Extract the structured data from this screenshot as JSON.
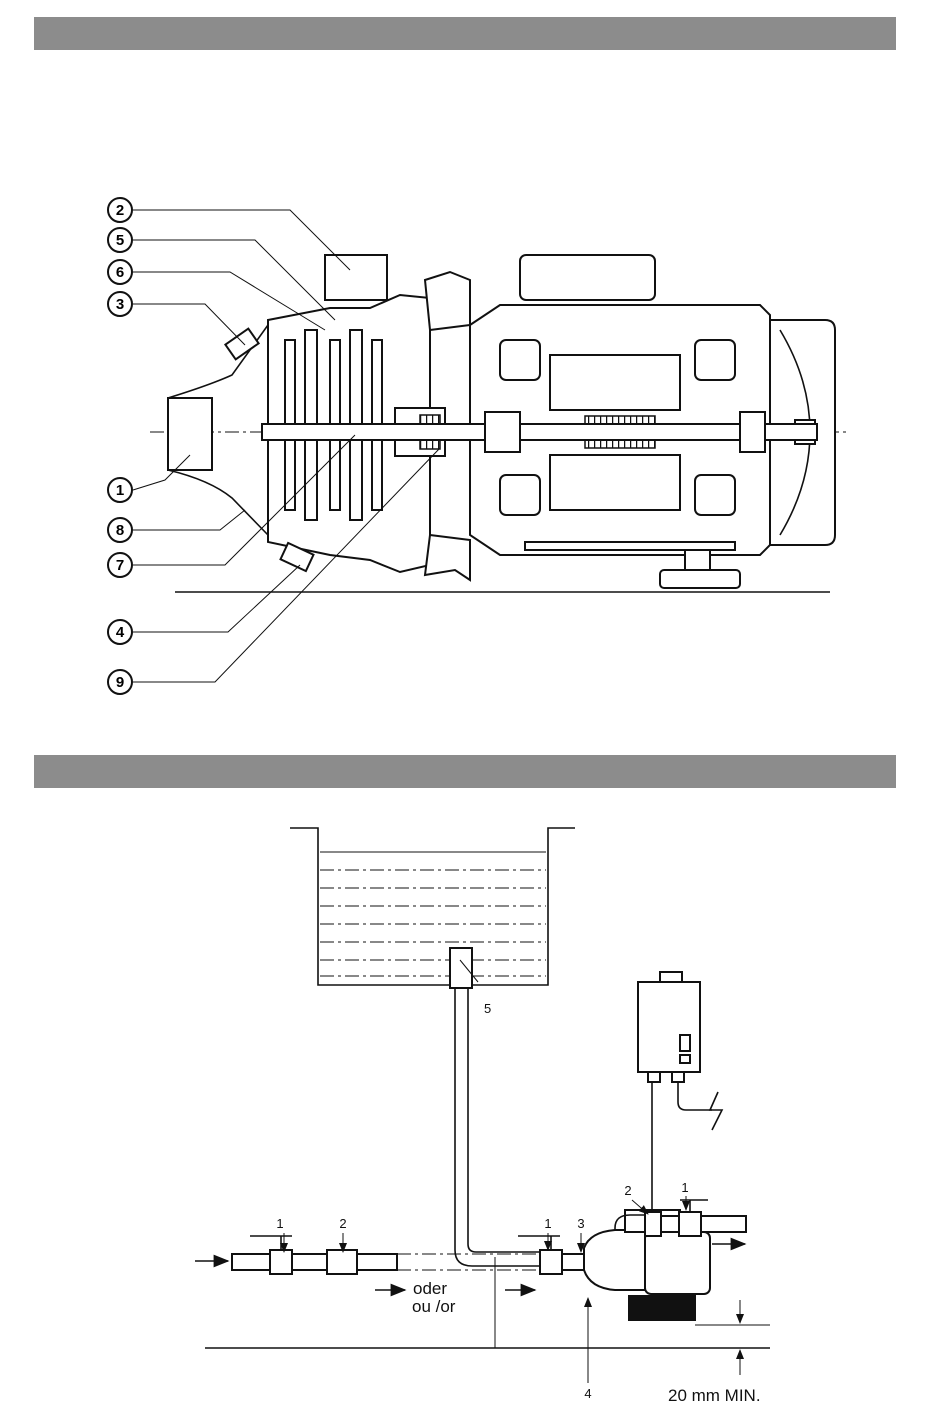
{
  "figure1": {
    "callouts": [
      "2",
      "5",
      "6",
      "3",
      "1",
      "8",
      "7",
      "4",
      "9"
    ]
  },
  "figure2": {
    "labels": {
      "left_valve": "1",
      "left_check_valve": "2",
      "tank_strainer": "5",
      "pump_valve": "1",
      "pump_inlet": "3",
      "outlet_check_valve": "2",
      "outlet_valve": "1",
      "base": "4",
      "oder": "oder",
      "ou_or": "ou /or",
      "clearance": "20 mm MIN."
    }
  }
}
